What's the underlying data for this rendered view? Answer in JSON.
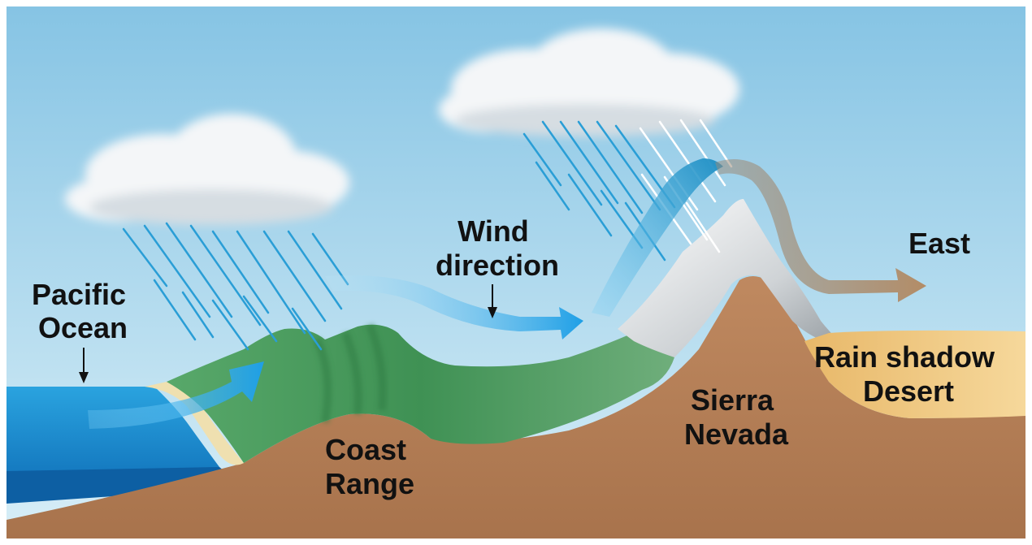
{
  "labels": {
    "pacific": [
      "Pacific",
      "Ocean"
    ],
    "wind": [
      "Wind",
      "direction"
    ],
    "east": "East",
    "coast": [
      "Coast",
      "Range"
    ],
    "sierra": [
      "Sierra",
      "Nevada"
    ],
    "rain_shadow": [
      "Rain shadow",
      "Desert"
    ]
  },
  "colors": {
    "sky_top": "#8cc8e6",
    "sky_bottom": "#d4ecf6",
    "ocean": "#1f8fd3",
    "ground": "#b07a53",
    "vegetation": "#4a9a5a",
    "snow": "#e6e8ea",
    "rock": "#9aa0a4",
    "desert": "#f0c77a",
    "rain_blue": "#2a9ed6",
    "wind_blue": "#2aa6e6",
    "dry_wind": "#b38c66",
    "label_text": "#111111"
  }
}
